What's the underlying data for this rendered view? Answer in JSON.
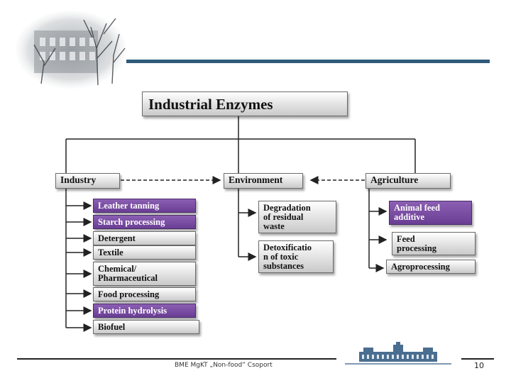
{
  "slide": {
    "footer_text": "BME MgKT „Non-food” Csoport",
    "page_number": "10",
    "accent_bar_color": "#2f5a7a"
  },
  "diagram": {
    "title": "Industrial Enzymes",
    "categories": {
      "industry": "Industry",
      "environment": "Environment",
      "agriculture": "Agriculture"
    },
    "industry_items": [
      {
        "label": "Leather tanning",
        "style": "purple"
      },
      {
        "label": "Starch processing",
        "style": "purple"
      },
      {
        "label": "Detergent",
        "style": "gray"
      },
      {
        "label": "Textile",
        "style": "gray"
      },
      {
        "label": "Chemical/\nPharmaceutical",
        "style": "gray"
      },
      {
        "label": "Food processing",
        "style": "gray"
      },
      {
        "label": "Protein hydrolysis",
        "style": "purple"
      },
      {
        "label": "Biofuel",
        "style": "gray"
      }
    ],
    "environment_items": [
      {
        "label": "Degradation\nof residual\nwaste",
        "style": "gray"
      },
      {
        "label": "Detoxificatio\nn of toxic\nsubstances",
        "style": "gray"
      }
    ],
    "agriculture_items": [
      {
        "label": "Animal feed\nadditive",
        "style": "purple"
      },
      {
        "label": "Feed\nprocessing",
        "style": "gray"
      },
      {
        "label": "Agroprocessing",
        "style": "gray"
      }
    ]
  }
}
